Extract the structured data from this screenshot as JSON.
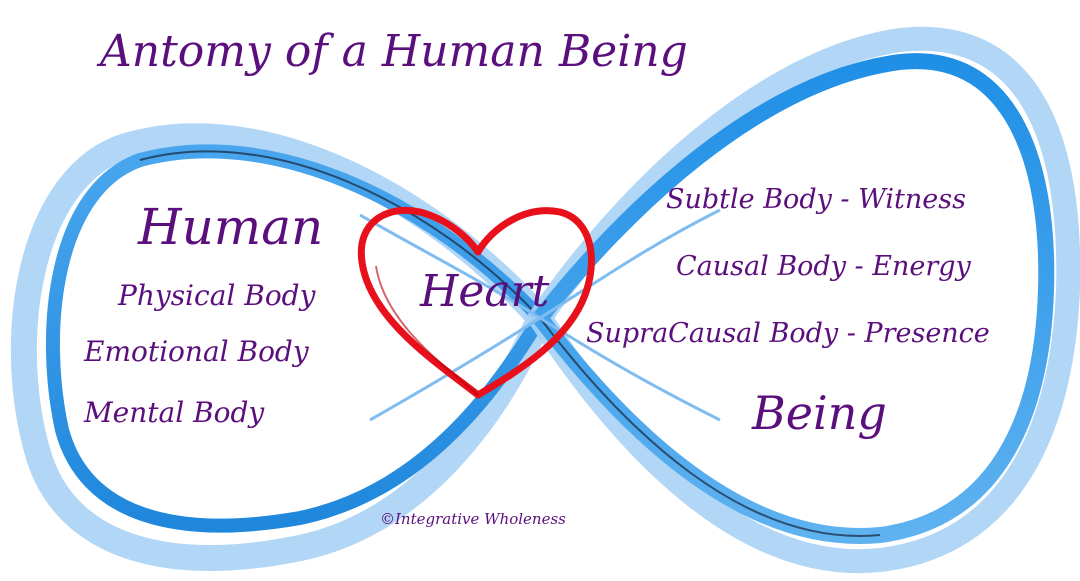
{
  "title": "Antomy of a Human Being",
  "left_side": {
    "heading": "Human",
    "items": [
      "Physical Body",
      "Emotional Body",
      "Mental Body"
    ]
  },
  "center": {
    "label": "Heart"
  },
  "right_side": {
    "items": [
      "Subtle Body - Witness",
      "Causal Body - Energy",
      "SupraCausal Body - Presence"
    ],
    "heading": "Being"
  },
  "copyright": "©Integrative Wholeness",
  "colors": {
    "text": "#5b0f7c",
    "infinity_dark": "#1f8fe6",
    "infinity_light": "#a9d1f5",
    "heart": "#e8101a"
  },
  "icons": {
    "infinity": "infinity-loop-icon",
    "heart": "heart-outline-icon"
  }
}
